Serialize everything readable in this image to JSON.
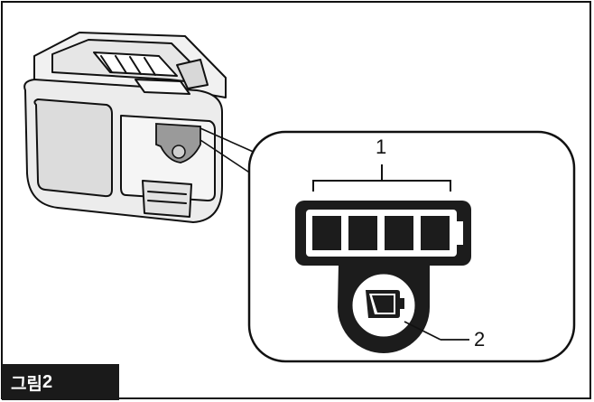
{
  "figure": {
    "caption_prefix": "그림",
    "caption_number": "2",
    "callouts": {
      "label_1": "1",
      "label_2": "2"
    },
    "indicator_bars_lit": 4
  }
}
